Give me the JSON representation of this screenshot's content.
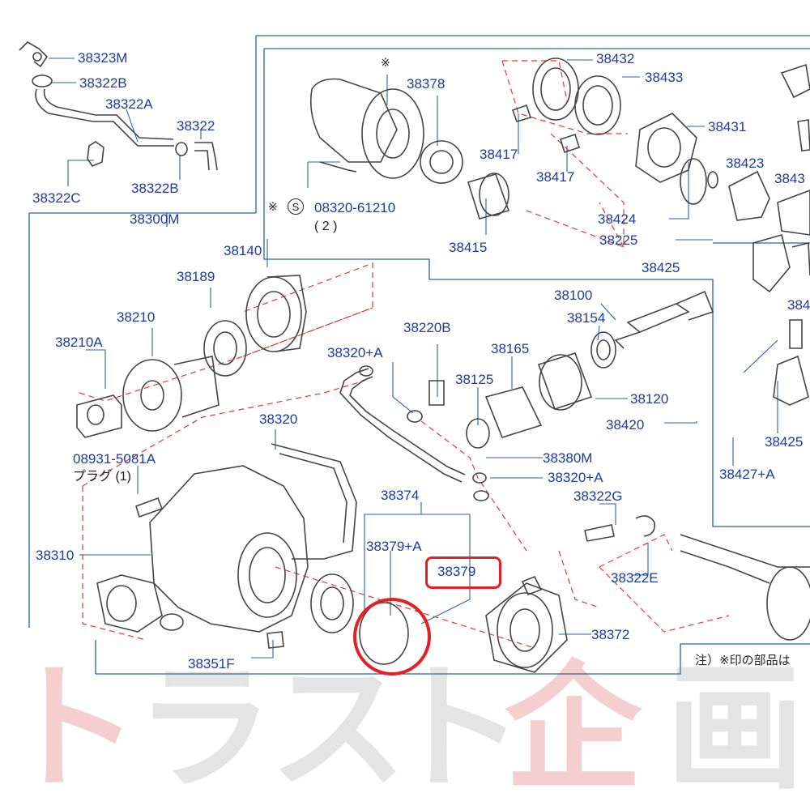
{
  "diagram": {
    "part_labels": {
      "p38323M": "38323M",
      "p38322B_top": "38322B",
      "p38322A": "38322A",
      "p38322": "38322",
      "p38322C": "38322C",
      "p38322B": "38322B",
      "p38300M": "38300M",
      "p38378": "38378",
      "p38432": "38432",
      "p38433": "38433",
      "p38431": "38431",
      "p38417a": "38417",
      "p38417b": "38417",
      "p38423": "38423",
      "p38434": "3843",
      "p08320": "08320-61210",
      "p38424": "38424",
      "p38225": "38225",
      "p38415": "38415",
      "p38425a": "38425",
      "p38140": "38140",
      "p38189": "38189",
      "p38210": "38210",
      "p38210A": "38210A",
      "p38100": "38100",
      "p38154": "38154",
      "p38220B": "38220B",
      "p38165": "38165",
      "p38320A_top": "38320+A",
      "p38125": "38125",
      "p38120": "38120",
      "p38420": "38420",
      "p38320": "38320",
      "p08931": "08931-5081A",
      "p38380M": "38380M",
      "p38320A_bot": "38320+A",
      "p38374": "38374",
      "p38322G": "38322G",
      "p38310": "38310",
      "p38379A": "38379+A",
      "p38379": "38379",
      "p38322E": "38322E",
      "p38372": "38372",
      "p38351F": "38351F",
      "p38425b": "38425",
      "p38427A": "38427+A",
      "p384_partial": "384"
    },
    "qty_08320": "( 2 )",
    "plug_label": "プラグ (1)",
    "s_badge": "S",
    "asterisk_mark": "※",
    "note_text": "注）※印の部品は"
  },
  "highlight": {
    "target_part": "38379",
    "color": "#e32024"
  },
  "watermark": {
    "chars": [
      "ト",
      "ラ",
      "ス",
      "ト",
      "企",
      "画"
    ],
    "colors": [
      "red",
      "grey",
      "grey",
      "grey",
      "red",
      "grey"
    ]
  },
  "colors": {
    "label": "#1a3aa8",
    "leader": "#2a5fb0",
    "dashed": "#e03a3a",
    "linework": "#444444",
    "highlight": "#e32024"
  }
}
